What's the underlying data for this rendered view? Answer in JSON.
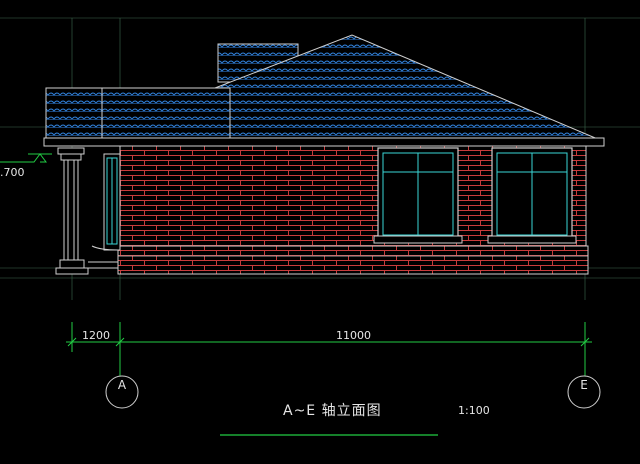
{
  "drawing": {
    "title": "A~E 轴立面图",
    "scale": "1:100",
    "level_label": ".700",
    "dimensions": [
      "1200",
      "11000"
    ],
    "axes": [
      "A",
      "E"
    ],
    "colors": {
      "background": "#000000",
      "roof_tiles": "#2f7fd8",
      "brick": "#c83c3c",
      "window_frame": "#3ad6d6",
      "outline": "#e6e6e6",
      "dimension_lines": "#22cc44",
      "axis_lines": "#6a9a6a"
    }
  }
}
